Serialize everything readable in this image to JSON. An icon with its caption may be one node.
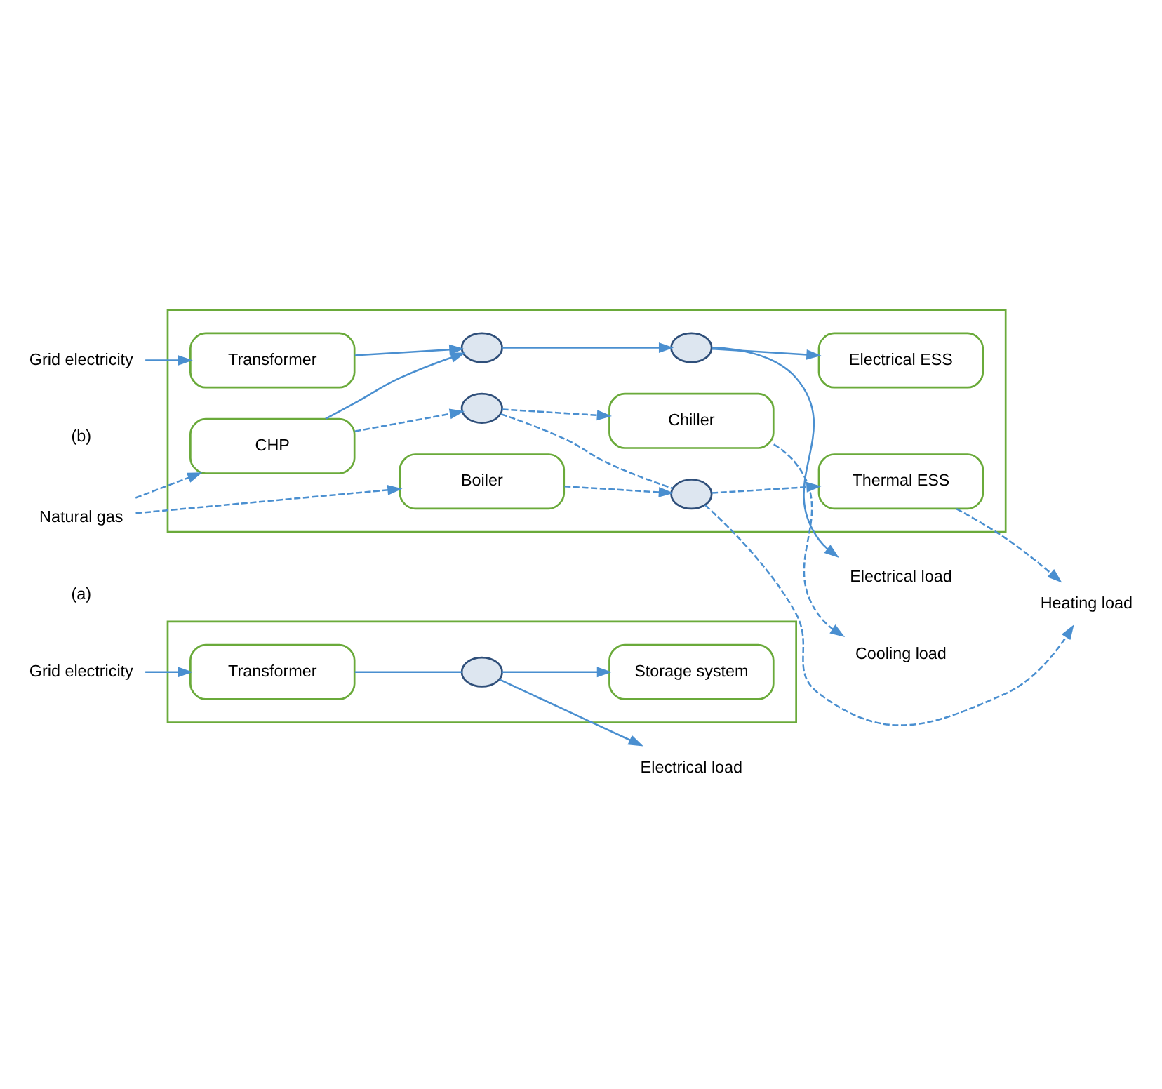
{
  "diagram": {
    "nodes": [
      {
        "text": [],
        "shape": "box"
      },
      {
        "text": [
          "Grid electricity"
        ]
      },
      {
        "text": [
          "Transformer"
        ],
        "in": 0
      },
      {
        "text": [],
        "shape": "circle",
        "in": 0
      },
      {
        "text": [
          "Storage system"
        ],
        "in": 0
      },
      {
        "text": [
          "Electrical load"
        ]
      },
      {
        "text": [],
        "shape": "box"
      },
      {
        "text": [
          "Grid electricity"
        ]
      },
      {
        "text": [
          "Natural gas"
        ]
      },
      {
        "text": [
          "Transformer"
        ],
        "in": 6
      },
      {
        "text": [
          "CHP"
        ],
        "in": 6
      },
      {
        "text": [
          "Boiler"
        ],
        "in": 6
      },
      {
        "text": [],
        "shape": "circle",
        "in": 6
      },
      {
        "text": [],
        "shape": "circle",
        "in": 6
      },
      {
        "text": [
          "Electrical ESS"
        ],
        "in": 6
      },
      {
        "text": [],
        "shape": "circle",
        "in": 6
      },
      {
        "text": [
          "Chiller"
        ],
        "in": 6
      },
      {
        "text": [],
        "shape": "circle",
        "in": 6
      },
      {
        "text": [
          "Thermal ESS"
        ],
        "in": 6
      },
      {
        "text": [
          "Electrical load"
        ]
      },
      {
        "text": [
          "Cooling load"
        ]
      },
      {
        "text": [
          "Heating load"
        ]
      }
    ],
    "edges": [
      {
        "from": 1,
        "to": 2,
        "arrow": "to"
      },
      {
        "from": 2,
        "to": 3,
        "arrow": "none"
      },
      {
        "from": 3,
        "to": 4,
        "arrow": "to"
      },
      {
        "from": 3,
        "to": 5,
        "arrow": "to"
      },
      {
        "from": 7,
        "to": 9,
        "arrow": "to"
      },
      {
        "from": 9,
        "to": 12,
        "arrow": "to"
      },
      {
        "from": 10,
        "to": 12,
        "arrow": "to"
      },
      {
        "from": 12,
        "to": 13,
        "arrow": "to"
      },
      {
        "from": 13,
        "to": 14,
        "arrow": "to"
      },
      {
        "from": 13,
        "to": 19,
        "arrow": "to"
      },
      {
        "from": 8,
        "to": 10,
        "arrow": "to",
        "style": "dashed"
      },
      {
        "from": 8,
        "to": 11,
        "arrow": "to",
        "style": "dashed"
      },
      {
        "from": 10,
        "to": 15,
        "arrow": "to",
        "style": "dashed"
      },
      {
        "from": 15,
        "to": 16,
        "arrow": "to",
        "style": "dashed"
      },
      {
        "from": 15,
        "to": 17,
        "arrow": "none",
        "style": "dashed"
      },
      {
        "from": 11,
        "to": 17,
        "arrow": "to",
        "style": "dashed"
      },
      {
        "from": 17,
        "to": 18,
        "arrow": "to",
        "style": "dashed"
      },
      {
        "from": 17,
        "to": 21,
        "arrow": "to",
        "style": "dashed"
      },
      {
        "from": 16,
        "to": 20,
        "arrow": "to",
        "style": "dashed"
      },
      {
        "from": 18,
        "to": 21,
        "arrow": "to",
        "style": "dashed"
      }
    ],
    "labels": [
      "(a)",
      "(b)"
    ]
  }
}
